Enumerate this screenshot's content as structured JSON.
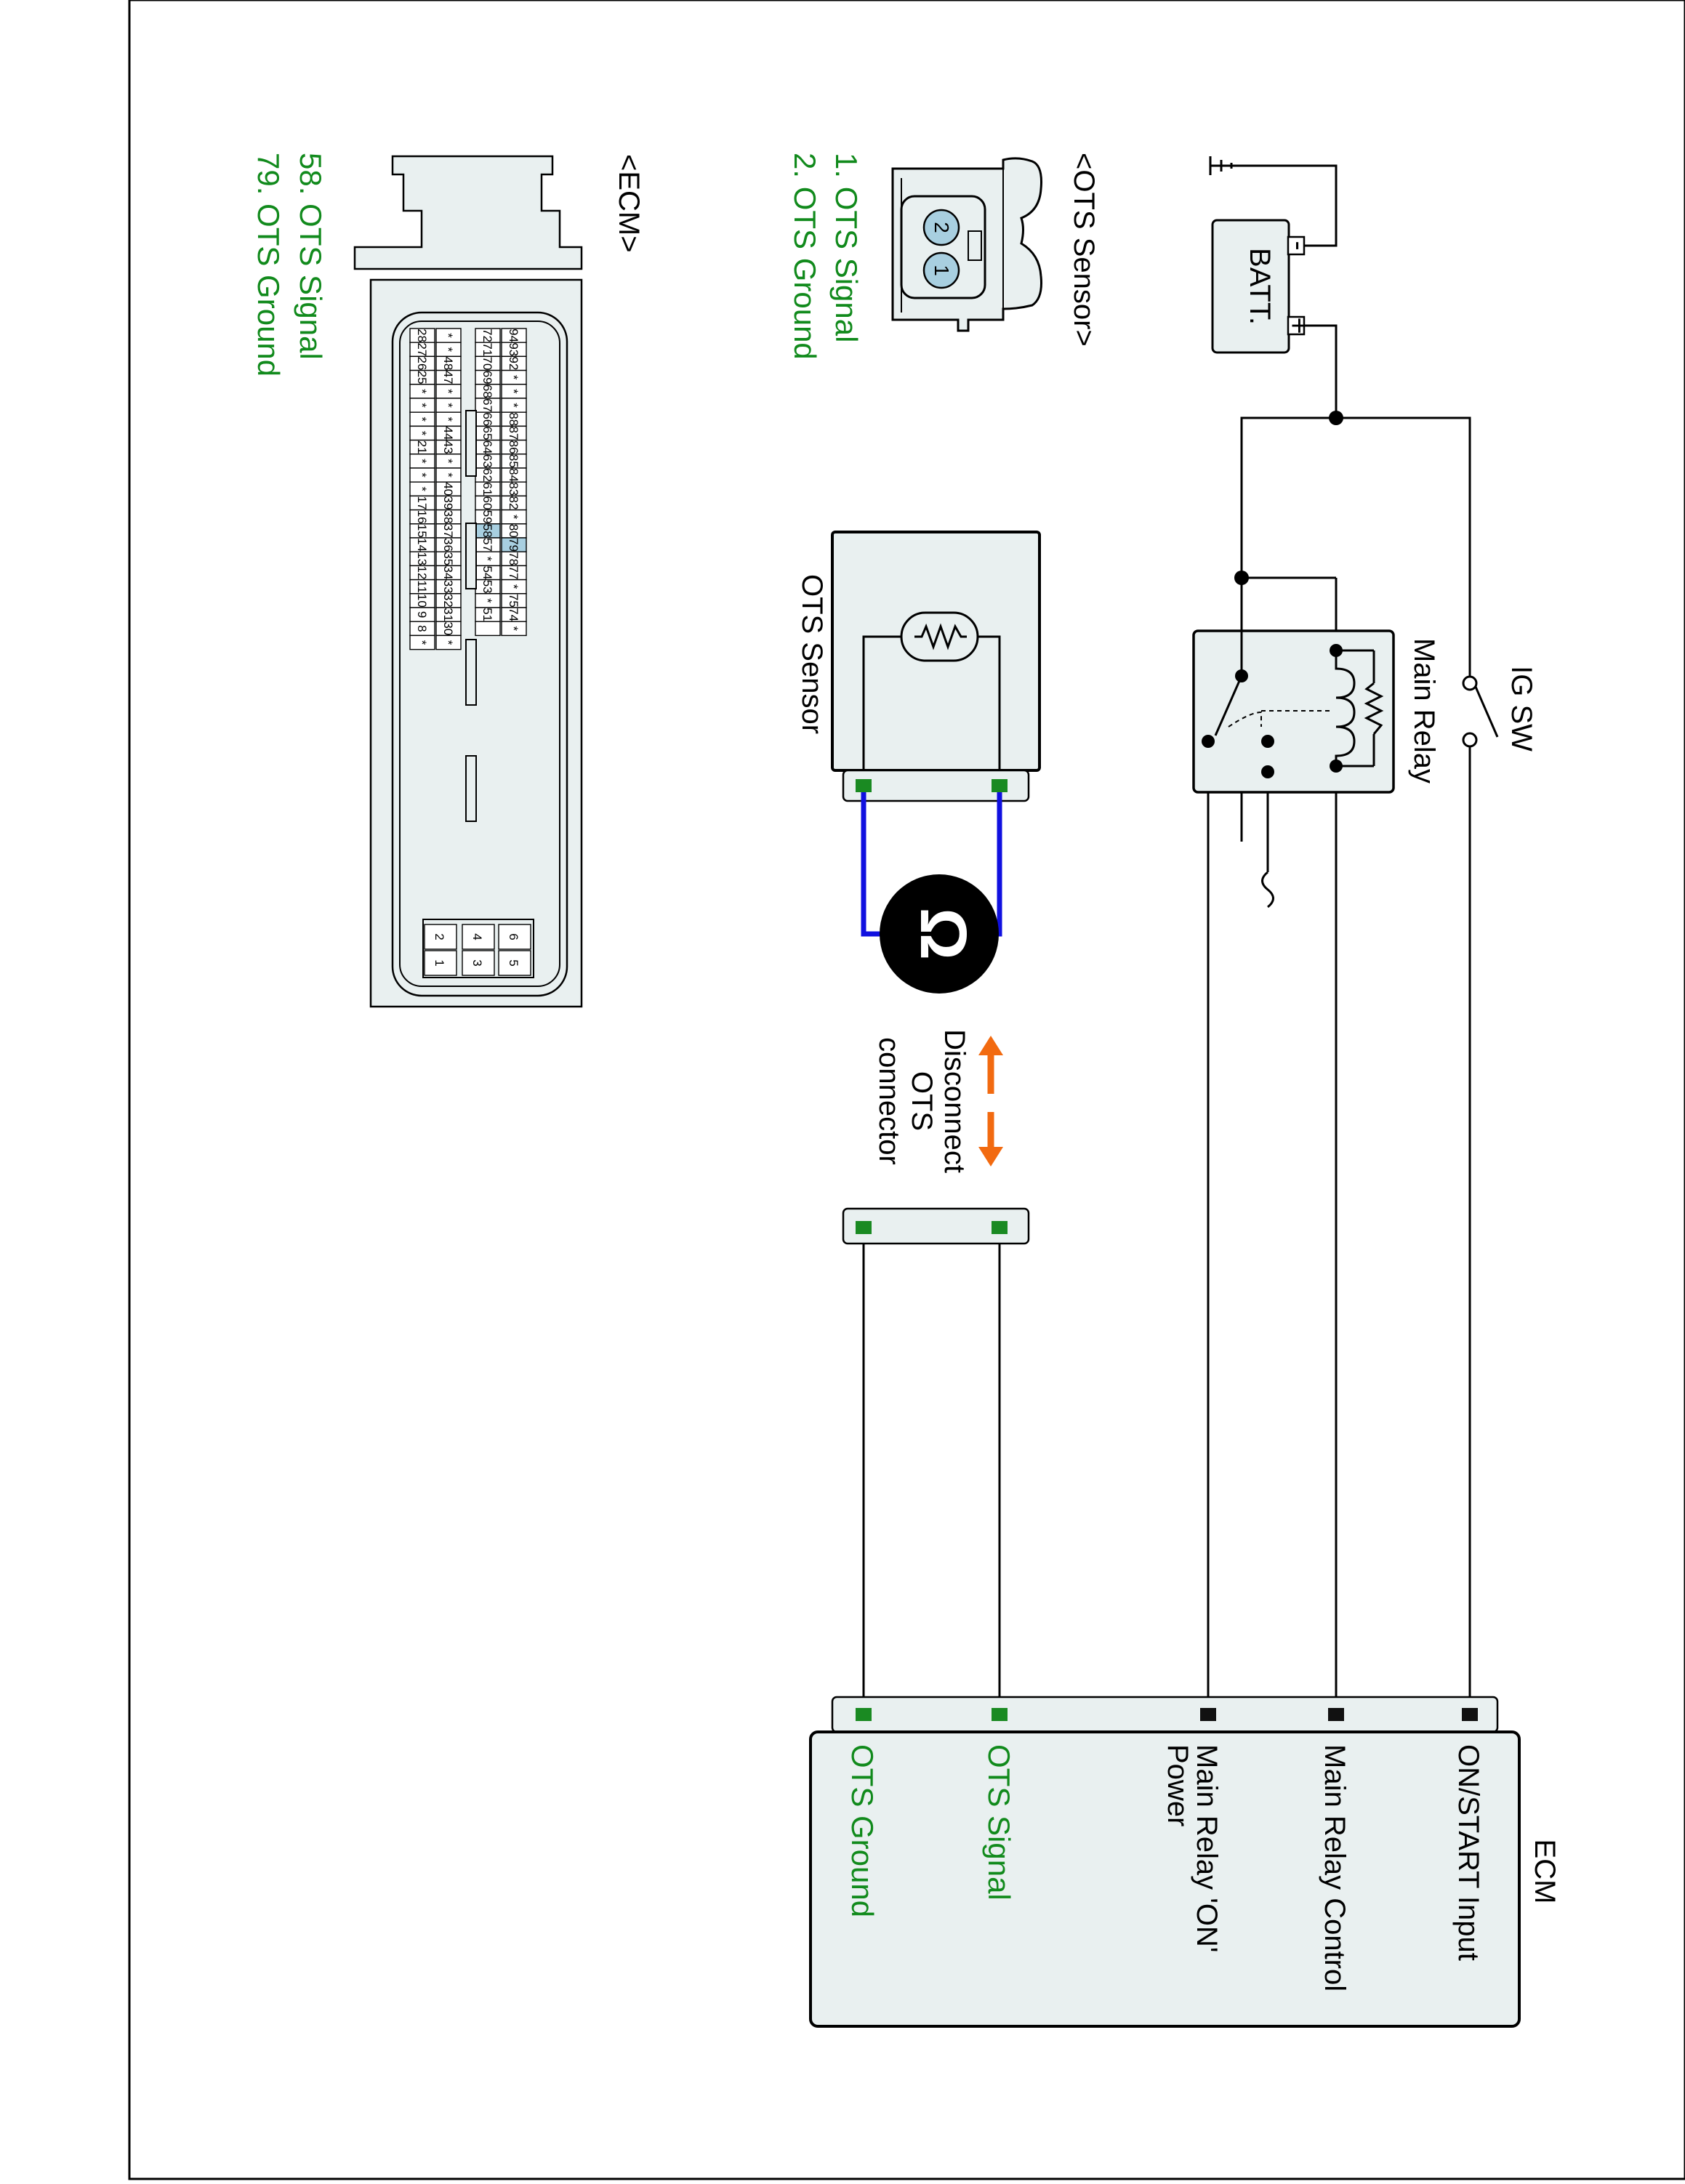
{
  "battery": {
    "label": "BATT.",
    "minus": "-",
    "plus": "+"
  },
  "ig_switch": {
    "label": "IG SW"
  },
  "main_relay": {
    "label": "Main Relay"
  },
  "ots_sensor": {
    "label": "OTS Sensor"
  },
  "ohm_symbol": "Ω",
  "disconnect": {
    "line1": "Disconnect",
    "line2": "OTS",
    "line3": "connector"
  },
  "ecm": {
    "title": "ECM",
    "terminals": [
      {
        "label": "ON/START Input",
        "color": "#000000"
      },
      {
        "label": "Main Relay Control",
        "color": "#000000"
      },
      {
        "label": "Main Relay 'ON'",
        "label2": "Power",
        "color": "#000000"
      },
      {
        "label": "OTS Signal",
        "color": "#118a1c"
      },
      {
        "label": "OTS Ground",
        "color": "#118a1c"
      }
    ]
  },
  "ots_connector_view": {
    "title": "<OTS Sensor>",
    "pins": [
      "2",
      "1"
    ],
    "legend": [
      "1. OTS Signal",
      "2. OTS Ground"
    ]
  },
  "ecm_connector_view": {
    "title": "<ECM>",
    "legend": [
      "58. OTS Signal",
      "79. OTS Ground"
    ],
    "highlighted_pins": [
      "58",
      "79"
    ],
    "pin_grid": [
      [
        "94",
        "93",
        "92",
        "*",
        "*",
        "*",
        "88",
        "87",
        "86",
        "85",
        "84",
        "83",
        "82",
        "*",
        "80",
        "79",
        "78",
        "77",
        "*",
        "75",
        "74",
        "*"
      ],
      [
        "72",
        "71",
        "70",
        "69",
        "68",
        "67",
        "66",
        "65",
        "64",
        "63",
        "62",
        "61",
        "60",
        "59",
        "58",
        "57",
        "*",
        "54",
        "53",
        "*",
        "51",
        ""
      ],
      [
        "*",
        "*",
        "48",
        "47",
        "*",
        "*",
        "*",
        "44",
        "43",
        "*",
        "*",
        "40",
        "39",
        "38",
        "37",
        "36",
        "35",
        "34",
        "33",
        "32",
        "31",
        "30",
        "*"
      ],
      [
        "28",
        "27",
        "26",
        "25",
        "*",
        "*",
        "*",
        "*",
        "21",
        "*",
        "*",
        "*",
        "17",
        "16",
        "15",
        "14",
        "13",
        "12",
        "11",
        "10",
        "9",
        "8",
        "*"
      ]
    ],
    "power_pins": [
      [
        "6",
        "5"
      ],
      [
        "4",
        "3"
      ],
      [
        "2",
        "1"
      ]
    ]
  },
  "colors": {
    "wire": "#000000",
    "meter_lead": "#1010e0",
    "arrow": "#f26a10",
    "terminal_green": "#1a8a22",
    "box_fill": "#e9f0f0",
    "highlight": "#a8cfe0",
    "text_green": "#118a1c"
  }
}
